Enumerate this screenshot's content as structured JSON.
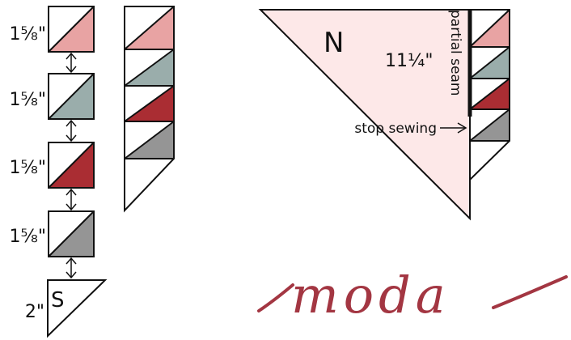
{
  "colors": {
    "pink": "#e8a3a3",
    "sage": "#9aadab",
    "red": "#aa2d33",
    "gray": "#959595",
    "light_pink": "#fde8e8",
    "outline": "#111111",
    "brand": "#a33642"
  },
  "unit_labels": {
    "unit1": "1⅝\"",
    "unit2": "1⅝\"",
    "unit3": "1⅝\"",
    "unit4": "1⅝\"",
    "end": "2\""
  },
  "end_piece_letter": "S",
  "assembly": {
    "triangle_letter": "N",
    "triangle_size": "11¼\"",
    "partial_seam_label": "partial seam",
    "stop_sewing_label": "stop sewing"
  },
  "logo": {
    "text": "moda"
  },
  "icons": {
    "spacing": "double-arrow-icon",
    "stop": "arrow-right-icon"
  }
}
